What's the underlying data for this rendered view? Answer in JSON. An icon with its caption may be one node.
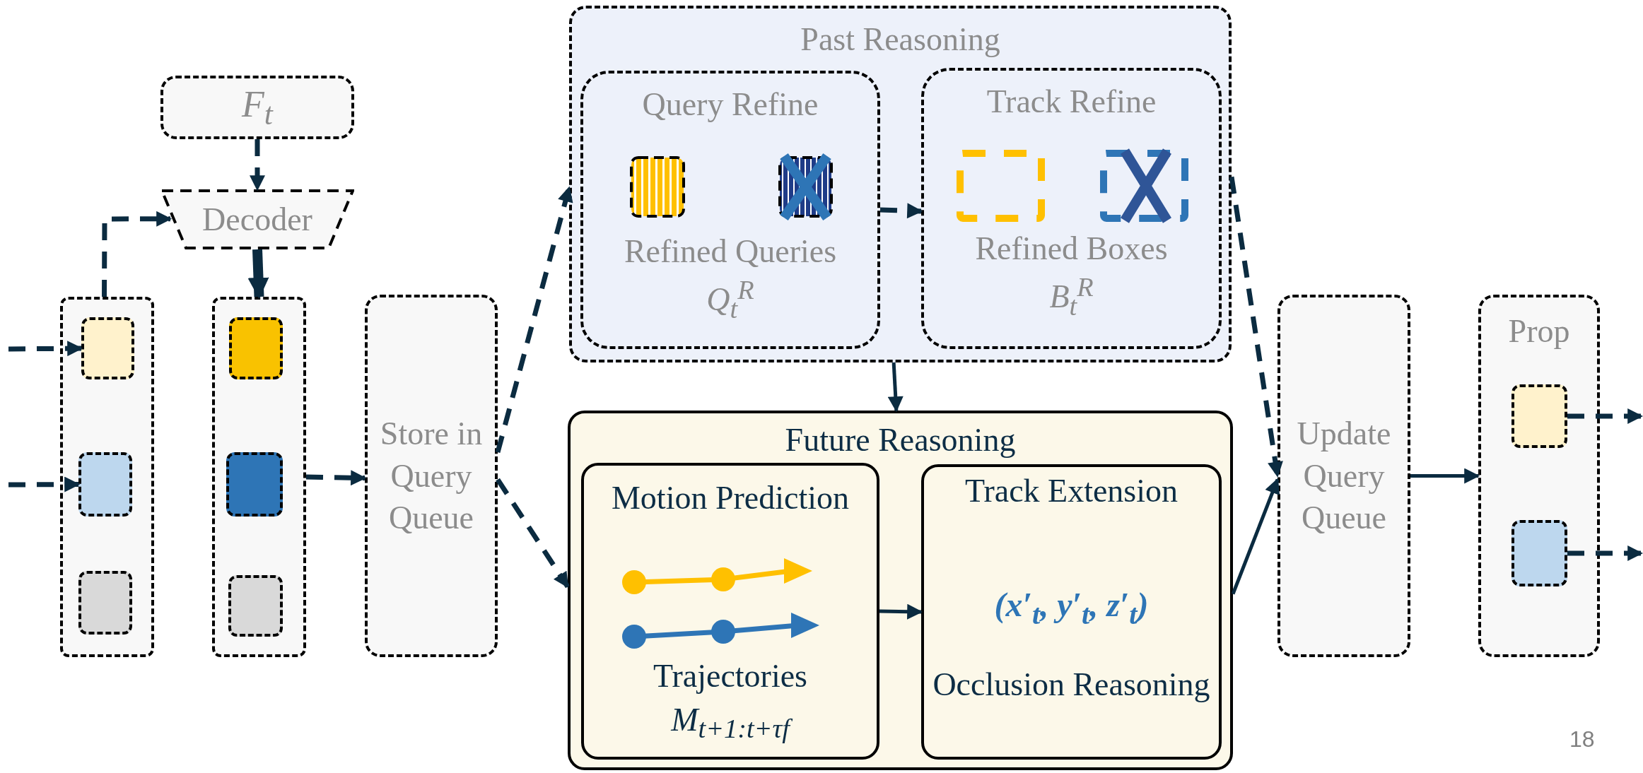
{
  "diagram": {
    "nodes": [
      {
        "text": [
          "F$_{t}$"
        ]
      },
      {
        "text": [
          "Decoder"
        ]
      },
      {
        "text": [],
        "shape": "box"
      },
      {
        "text": [],
        "shape": "box",
        "in": 2
      },
      {
        "text": [],
        "shape": "box",
        "in": 2
      },
      {
        "text": [],
        "shape": "box",
        "in": 2
      },
      {
        "text": [],
        "shape": "box"
      },
      {
        "text": [],
        "shape": "box",
        "in": 6
      },
      {
        "text": [],
        "shape": "box",
        "in": 6
      },
      {
        "text": [],
        "shape": "box",
        "in": 6
      },
      {
        "text": [
          "Store in Query Queue"
        ]
      },
      {
        "text": [
          "Past Reasoning"
        ]
      },
      {
        "text": [
          "Query Refine",
          "Refined Queries",
          "Q$_{t}$$^{R}$"
        ],
        "in": 11
      },
      {
        "text": [
          "Track Refine",
          "Refined Boxes",
          "B$_{t}$$^{R}$"
        ],
        "in": 11
      },
      {
        "text": [
          "Future Reasoning"
        ]
      },
      {
        "text": [
          "Motion Prediction",
          "Trajectories",
          "M$_{t+1:t+τ}$$_{f}$"
        ],
        "in": 14
      },
      {
        "text": [
          "Track Extension",
          "(x′$_{t}$, y′$_{t}$, z′$_{t}$)",
          "Occlusion Reasoning"
        ],
        "in": 14
      },
      {
        "text": [
          "Update Query Queue"
        ]
      },
      {
        "text": [
          "Prop"
        ]
      },
      {
        "text": [],
        "shape": "box",
        "in": 18
      },
      {
        "text": [],
        "shape": "box",
        "in": 18
      }
    ],
    "edges": [
      {
        "from": null,
        "to": 3,
        "arrow": "to",
        "style": "dashed"
      },
      {
        "from": null,
        "to": 4,
        "arrow": "to",
        "style": "dashed"
      },
      {
        "from": 2,
        "to": 1,
        "arrow": "to",
        "style": "dashed"
      },
      {
        "from": 0,
        "to": 1,
        "arrow": "to",
        "style": "dashed"
      },
      {
        "from": 1,
        "to": 6,
        "arrow": "to",
        "style": "thick"
      },
      {
        "from": 6,
        "to": 10,
        "arrow": "to",
        "style": "dashed"
      },
      {
        "from": 10,
        "to": 11,
        "arrow": "to",
        "style": "dashed"
      },
      {
        "from": 10,
        "to": 14,
        "arrow": "to",
        "style": "dashed"
      },
      {
        "from": 12,
        "to": 13,
        "arrow": "to",
        "style": "dashed"
      },
      {
        "from": 11,
        "to": 14,
        "arrow": "to"
      },
      {
        "from": 11,
        "to": 17,
        "arrow": "to",
        "style": "dashed"
      },
      {
        "from": 15,
        "to": 16,
        "arrow": "to"
      },
      {
        "from": 14,
        "to": 17,
        "arrow": "to"
      },
      {
        "from": 17,
        "to": 18,
        "arrow": "to"
      },
      {
        "from": 19,
        "to": null,
        "arrow": "to",
        "style": "dashed"
      },
      {
        "from": 20,
        "to": null,
        "arrow": "to",
        "style": "dashed"
      }
    ],
    "labels": [
      "18"
    ]
  }
}
